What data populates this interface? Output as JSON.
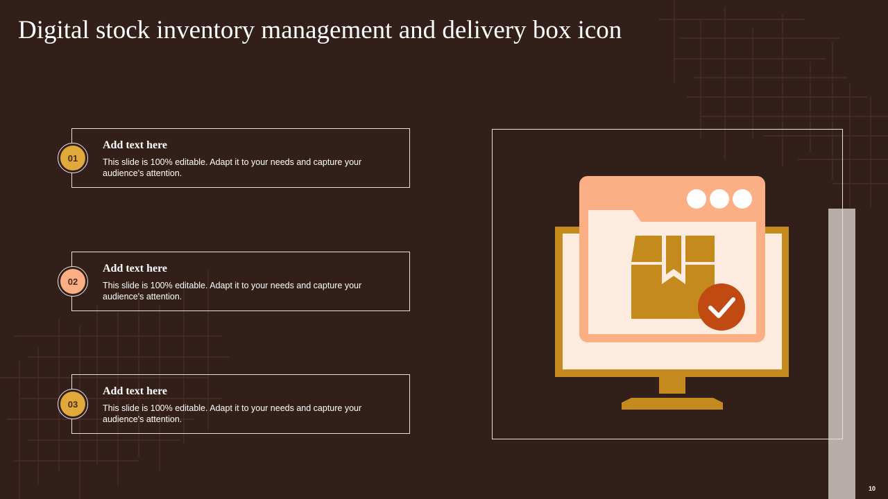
{
  "slide": {
    "title": "Digital stock inventory management and delivery box icon",
    "page_number": "10"
  },
  "items": [
    {
      "number": "01",
      "heading": "Add text here",
      "body": "This slide is 100% editable. Adapt it to your needs and capture your audience's  attention.",
      "color": "#e0a93a"
    },
    {
      "number": "02",
      "heading": "Add text here",
      "body": "This slide is 100% editable. Adapt it to your needs and capture your audience's  attention.",
      "color": "#fcae84"
    },
    {
      "number": "03",
      "heading": "Add text here",
      "body": "This slide is 100% editable. Adapt it to your needs and capture your audience's  attention.",
      "color": "#e0a93a"
    }
  ],
  "colors": {
    "background": "#331f1a",
    "monitor": "#c58a1e",
    "screen": "#fdebe0",
    "window": "#fcae84",
    "box": "#c58a1e",
    "check_circle": "#c04a12",
    "side_bar": "#b7aeaa"
  },
  "icons": {
    "illustration": "monitor-with-folder-and-delivery-box-icon",
    "check": "check-icon"
  }
}
